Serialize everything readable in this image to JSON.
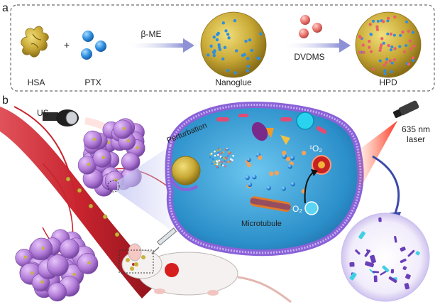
{
  "panel_a": {
    "label": "a",
    "items": {
      "hsa": "HSA",
      "ptx": "PTX",
      "nanoglue": "Nanoglue",
      "hpd": "HPD"
    },
    "plus": "+",
    "arrow1": "β-ME",
    "arrow2": "DVDMS"
  },
  "panel_b": {
    "label": "b",
    "us": "US",
    "perturbation": "Perturbation",
    "laser_line1": "635 nm",
    "laser_line2": "laser",
    "singlet_oxygen": "¹O₂",
    "oxygen": "O₂",
    "microtubule": "Microtubule"
  },
  "colors": {
    "tumor": "#b07ad6",
    "vessel": "#c8242f",
    "nanoparticle": "#c9b23a",
    "ptx": "#2f8fe0",
    "dvdms": "#e8606a",
    "cell_membrane": "#8a62d8",
    "cytoplasm": "#2b8fc9",
    "arrow": "#8d92d6"
  }
}
